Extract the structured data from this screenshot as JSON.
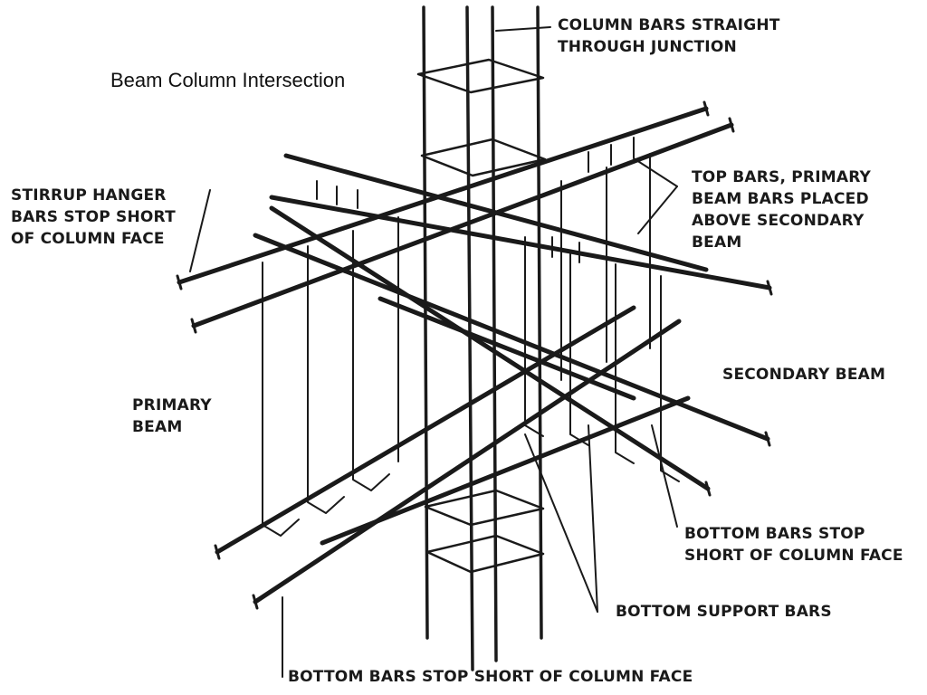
{
  "title": "Beam Column Intersection",
  "labels": {
    "column_bars": "COLUMN BARS STRAIGHT\nTHROUGH JUNCTION",
    "stirrup_hanger": "STIRRUP HANGER\nBARS STOP SHORT\nOF COLUMN FACE",
    "top_bars": "TOP BARS, PRIMARY\nBEAM BARS PLACED\nABOVE SECONDARY\nBEAM",
    "secondary_beam": "SECONDARY BEAM",
    "primary_beam": "PRIMARY\nBEAM",
    "bottom_bars_right": "BOTTOM BARS STOP\nSHORT OF COLUMN FACE",
    "bottom_support": "BOTTOM SUPPORT BARS",
    "bottom_bars_bottom": "BOTTOM BARS STOP SHORT OF COLUMN FACE"
  },
  "colors": {
    "ink": "#1a1a1a",
    "background": "#ffffff"
  }
}
